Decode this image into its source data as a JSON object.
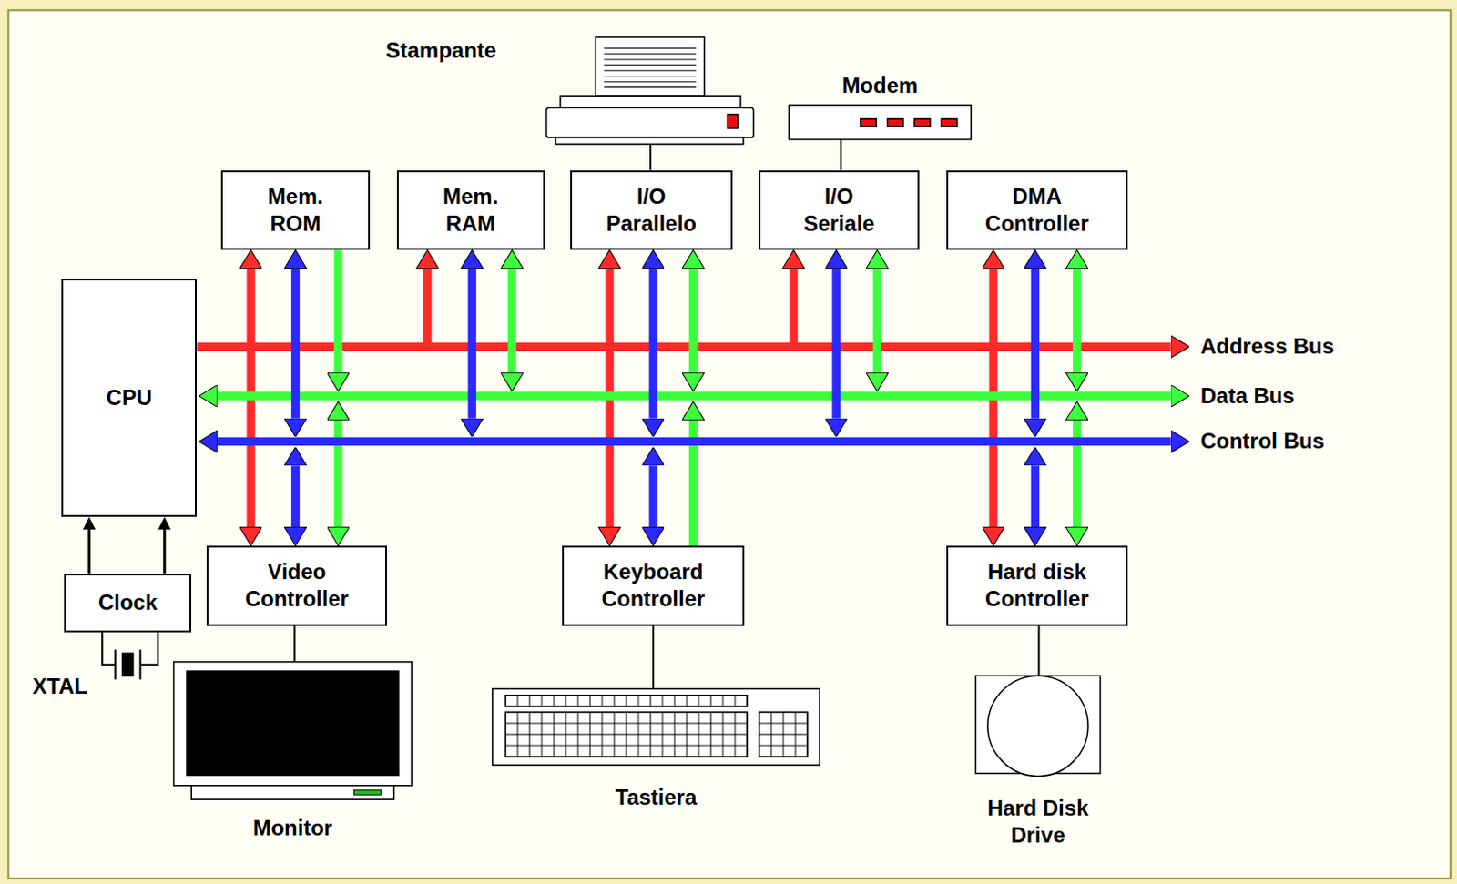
{
  "diagram": {
    "nodes": [
      {
        "text": [
          "Stampante"
        ]
      },
      {
        "text": [
          "Modem"
        ]
      },
      {
        "text": [
          "Mem. ROM"
        ]
      },
      {
        "text": [
          "Mem. RAM"
        ]
      },
      {
        "text": [
          "I/O Parallelo"
        ]
      },
      {
        "text": [
          "I/O Seriale"
        ]
      },
      {
        "text": [
          "DMA Controller"
        ]
      },
      {
        "text": [
          "CPU"
        ]
      },
      {
        "text": [
          "Video Controller"
        ]
      },
      {
        "text": [
          "Keyboard Controller"
        ]
      },
      {
        "text": [
          "Hard disk Controller"
        ]
      },
      {
        "text": [
          "Clock"
        ]
      },
      {
        "text": [
          "Monitor"
        ]
      },
      {
        "text": [
          "Tastiera"
        ]
      },
      {
        "text": [
          "Hard Disk Drive"
        ]
      }
    ],
    "edges": [
      {
        "from": 11,
        "to": 7,
        "arrow": "to"
      },
      {
        "from": 11,
        "to": 7,
        "arrow": "to"
      },
      {
        "from": 4,
        "to": 0,
        "arrow": "none"
      },
      {
        "from": 5,
        "to": 1,
        "arrow": "none"
      },
      {
        "from": 8,
        "to": 12,
        "arrow": "none"
      },
      {
        "from": 9,
        "to": 13,
        "arrow": "none"
      },
      {
        "from": 10,
        "to": 14,
        "arrow": "none"
      }
    ],
    "labels": [
      "Address Bus",
      "Data Bus",
      "Control Bus",
      "XTAL"
    ]
  }
}
